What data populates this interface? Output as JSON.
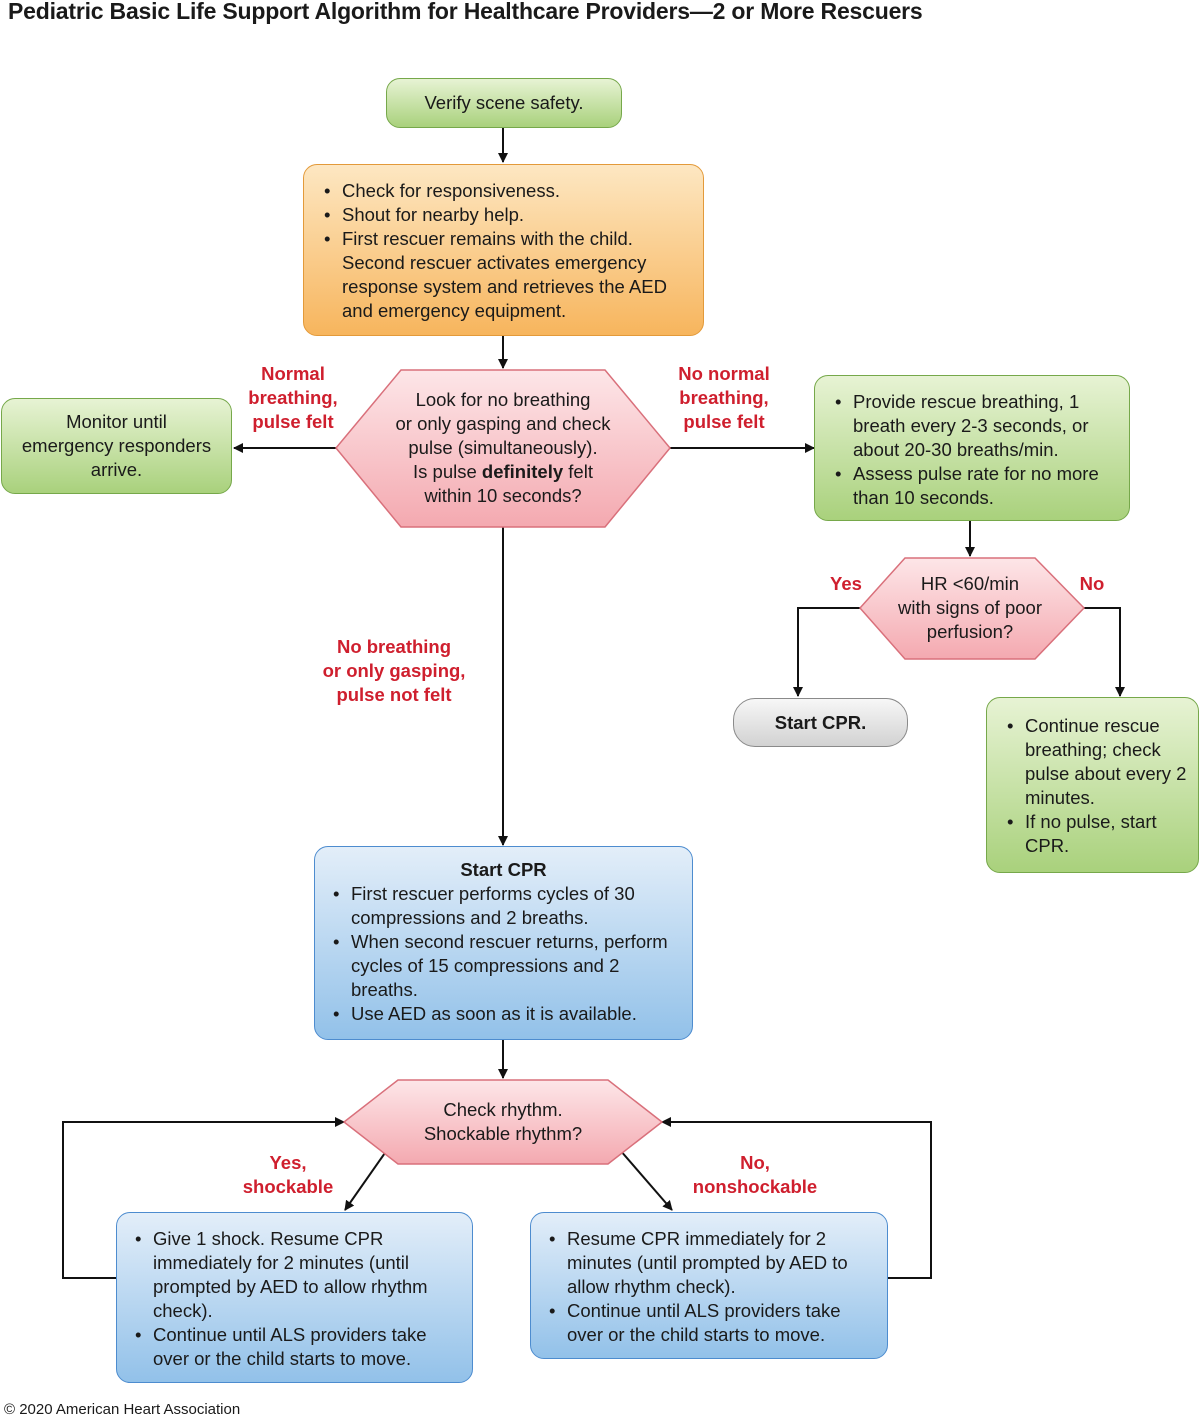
{
  "title": "Pediatric Basic Life Support Algorithm for Healthcare Providers—2 or More Rescuers",
  "footer": "© 2020 American Heart Association",
  "colors": {
    "green": "#a9d17c",
    "orange": "#f7b55d",
    "blue": "#92c1e9",
    "pink": "#f6b7bd",
    "gray": "#d2d2d2",
    "label_red": "#cf1f2e"
  },
  "nodes": {
    "verify": "Verify scene safety.",
    "check": [
      "Check for responsiveness.",
      "Shout for nearby help.",
      "First rescuer remains with the child. Second rescuer activates emergency response system and retrieves the AED and emergency equipment."
    ],
    "look": {
      "line1": "Look for no breathing",
      "line2": "or only gasping and check",
      "line3": "pulse (simultaneously).",
      "line4_pre": "Is pulse ",
      "line4_bold": "definitely",
      "line4_post": " felt",
      "line5": "within 10 seconds?"
    },
    "monitor": "Monitor until emergency responders arrive.",
    "rescue_breathing": [
      "Provide rescue breathing, 1 breath every 2-3 seconds, or about 20-30 breaths/min.",
      "Assess pulse rate for no more than 10 seconds."
    ],
    "hr": {
      "line1": "HR <60/min",
      "line2": "with signs of poor",
      "line3": "perfusion?"
    },
    "start_cpr_small": "Start CPR.",
    "continue_rescue": [
      "Continue rescue breathing; check pulse about every 2 minutes.",
      "If no pulse, start CPR."
    ],
    "start_cpr": {
      "heading": "Start CPR",
      "items": [
        "First rescuer performs cycles of 30 compressions and 2 breaths.",
        "When second rescuer returns, perform cycles of 15 compressions and 2 breaths.",
        "Use AED as soon as it is available."
      ]
    },
    "rhythm": {
      "line1": "Check rhythm.",
      "line2": "Shockable rhythm?"
    },
    "shock": [
      "Give 1 shock. Resume CPR immediately for 2 minutes (until prompted by AED to allow rhythm check).",
      "Continue until ALS providers take over or the child starts to move."
    ],
    "no_shock": [
      "Resume CPR immediately for 2 minutes (until prompted by AED to allow rhythm check).",
      "Continue until ALS providers take over or the child starts to move."
    ]
  },
  "labels": {
    "normal_breathing": [
      "Normal",
      "breathing,",
      "pulse felt"
    ],
    "no_normal_breathing": [
      "No normal",
      "breathing,",
      "pulse felt"
    ],
    "no_breathing": [
      "No breathing",
      "or only gasping,",
      "pulse not felt"
    ],
    "yes": "Yes",
    "no": "No",
    "yes_shockable": [
      "Yes,",
      "shockable"
    ],
    "no_nonshockable": [
      "No,",
      "nonshockable"
    ]
  }
}
